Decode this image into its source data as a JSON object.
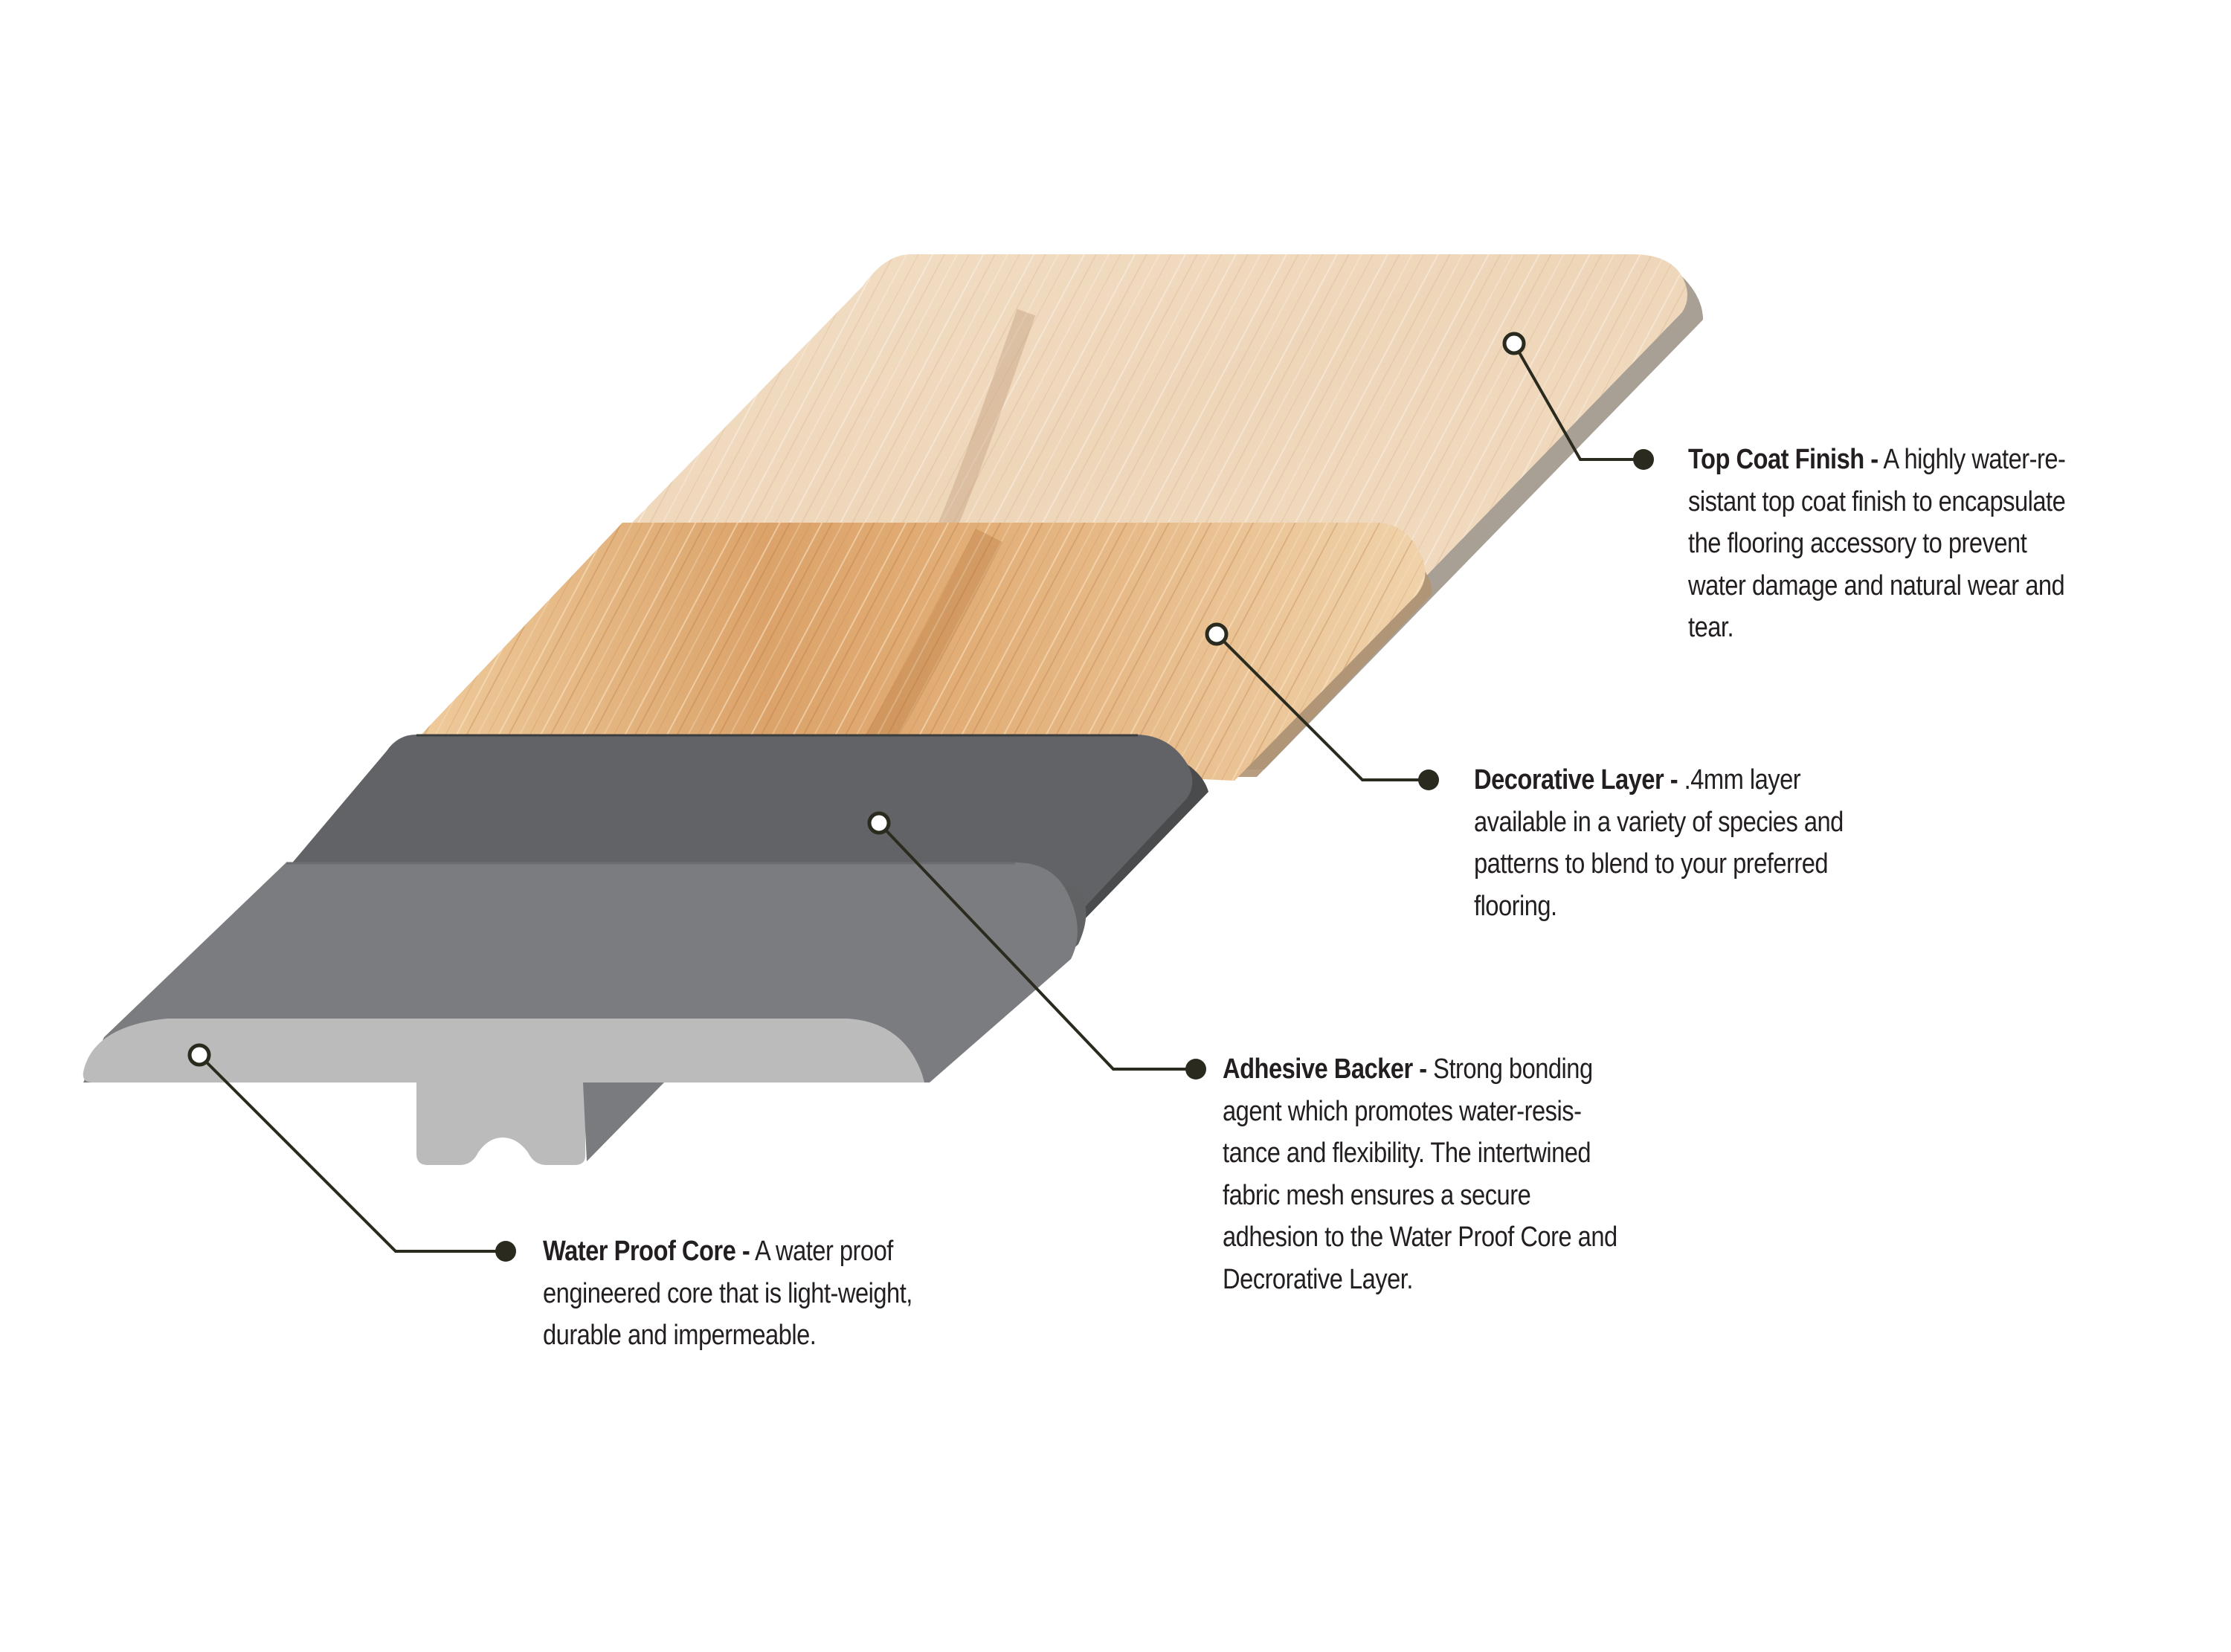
{
  "colors": {
    "background": "#ffffff",
    "top_coat_wood": "#f1dcc2",
    "top_coat_grain": "#d9bb99",
    "top_coat_side": "#a89f95",
    "decorative_wood": "#e7b983",
    "decorative_grain": "#c88a52",
    "decorative_side": "#b09473",
    "adhesive_top": "#626366",
    "adhesive_side": "#4a4b4d",
    "core_top": "#7b7c80",
    "core_side": "#616264",
    "core_front": "#bbbbbc",
    "callout_line": "#2a2a1e",
    "callout_dot": "#2a2a1e",
    "marker_fill": "#ffffff",
    "text": "#231f20"
  },
  "callouts": [
    {
      "id": "top-coat-finish",
      "title": "Top Coat Finish -",
      "lines": [
        " A highly water-re-",
        "sistant top coat finish to encapsulate",
        "the flooring accessory to prevent",
        "water damage and natural wear and",
        "tear."
      ]
    },
    {
      "id": "decorative-layer",
      "title": "Decorative Layer -",
      "lines": [
        " .4mm layer",
        "available in a variety of species and",
        "patterns to blend to your preferred",
        "flooring."
      ]
    },
    {
      "id": "adhesive-backer",
      "title": "Adhesive Backer -",
      "lines": [
        " Strong bonding",
        "agent which promotes water-resis-",
        "tance and flexibility. The intertwined",
        "fabric mesh ensures a secure",
        "adhesion to the Water Proof Core and",
        "Decrorative Layer."
      ]
    },
    {
      "id": "water-proof-core",
      "title": "Water Proof Core -",
      "lines": [
        " A water proof",
        "engineered core that is light-weight,",
        "durable and impermeable."
      ]
    }
  ]
}
